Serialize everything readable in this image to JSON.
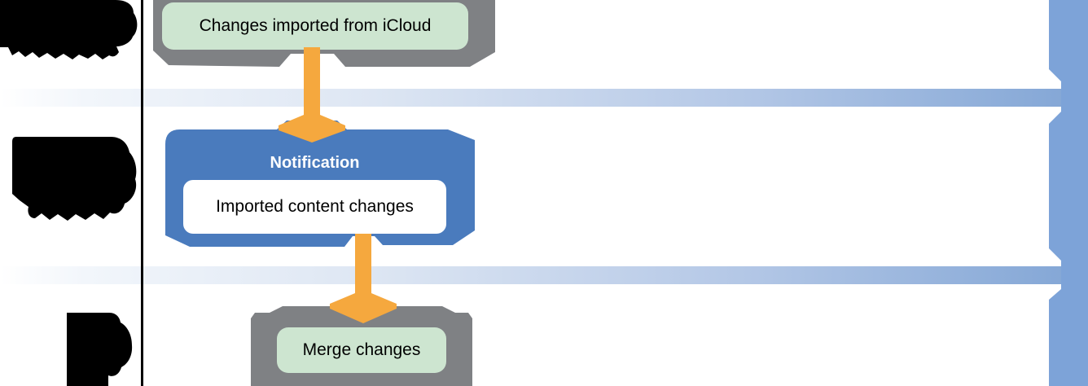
{
  "diagram": {
    "nodes": {
      "import": {
        "label": "Changes imported from iCloud"
      },
      "notification": {
        "title": "Notification",
        "body": "Imported content changes"
      },
      "merge": {
        "label": "Merge changes"
      }
    },
    "edges": [
      {
        "from": "import",
        "to": "notification"
      },
      {
        "from": "notification",
        "to": "merge"
      }
    ],
    "redacted_labels_count": 3,
    "timeline_bands_count": 2,
    "colors": {
      "container_gray": "#7f8184",
      "process_green": "#cde5d0",
      "notification_blue": "#4a7bbd",
      "arrow_orange": "#f5a83e",
      "timeline_bar_blue": "#7da3d8",
      "inner_white": "#ffffff",
      "divider_black": "#000000"
    }
  }
}
